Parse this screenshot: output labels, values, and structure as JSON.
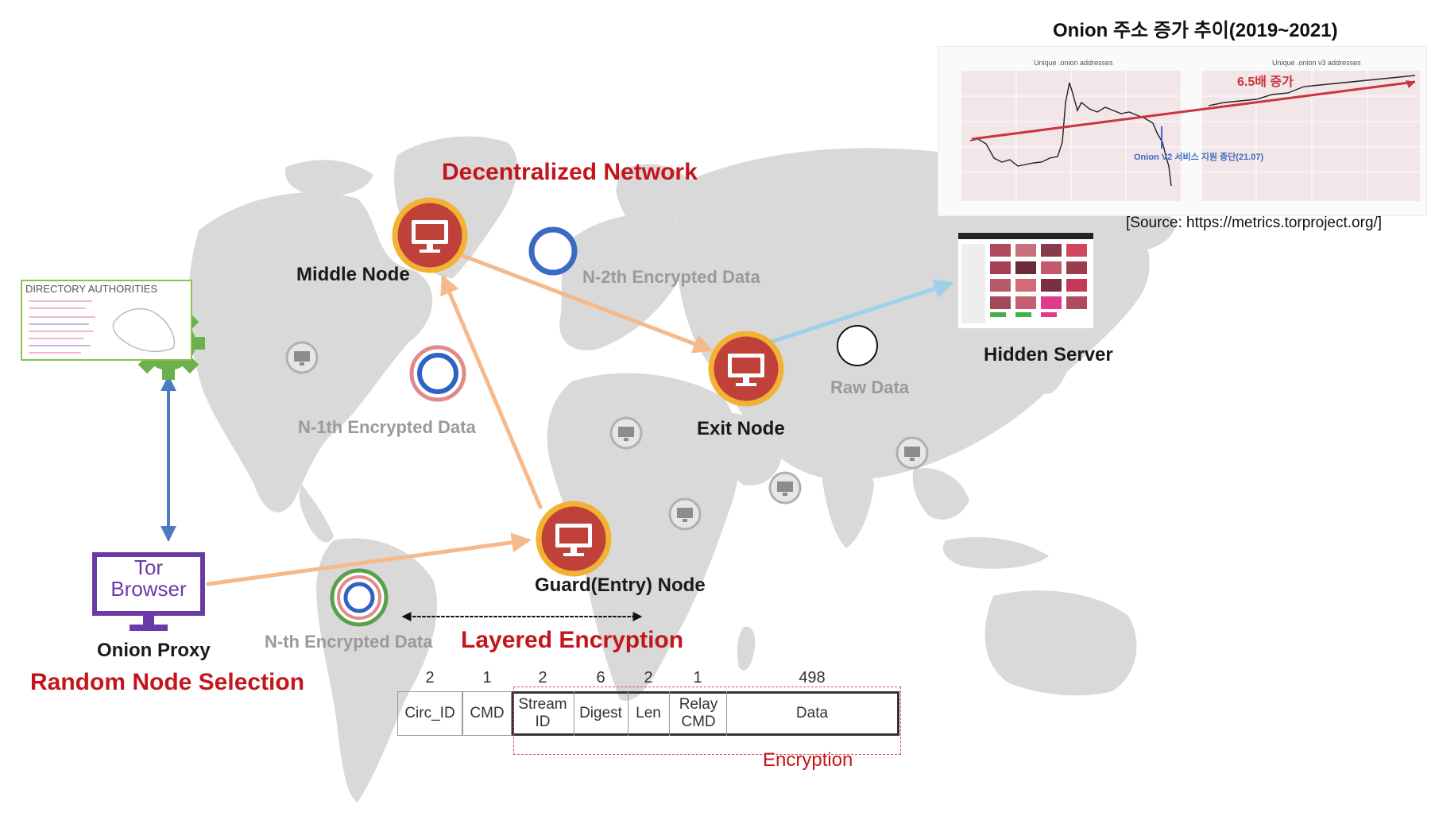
{
  "chart": {
    "title": "Onion 주소 증가 추이(2019~2021)",
    "panel1_title": "Unique .onion addresses",
    "panel2_title": "Unique .onion v3 addresses",
    "annotation_growth": "6.5배 증가",
    "annotation_v2": "Onion V2 서비스 지원 중단(21.07)",
    "source": "[Source: https://metrics.torproject.org/]"
  },
  "nodes": {
    "middle": "Middle Node",
    "exit": "Exit Node",
    "guard": "Guard(Entry) Node",
    "hidden": "Hidden Server",
    "proxy": "Onion Proxy",
    "tor_browser_line1": "Tor",
    "tor_browser_line2": "Browser"
  },
  "directory": {
    "title": "DIRECTORY AUTHORITIES"
  },
  "labels": {
    "decentralized": "Decentralized Network",
    "n2": "N-2th Encrypted Data",
    "n1": "N-1th Encrypted Data",
    "nth": "N-th Encrypted Data",
    "raw": "Raw Data",
    "layered": "Layered Encryption",
    "random": "Random Node Selection",
    "encryption": "Encryption"
  },
  "cell": {
    "sizes": [
      "2",
      "1",
      "2",
      "6",
      "2",
      "1",
      "498"
    ],
    "fields": [
      "Circ_ID",
      "CMD",
      "Stream ID",
      "Digest",
      "Len",
      "Relay CMD",
      "Data"
    ]
  },
  "colors": {
    "accent_red": "#c4151c",
    "arrow_orange": "#f6b98a",
    "arrow_blue": "#4a7cc4",
    "arrow_lightblue": "#9fd0e8",
    "node_fill": "#c0403a",
    "node_ring": "#f2b233",
    "proxy_purple": "#6a3aa8",
    "map_gray": "#d9d9d9"
  }
}
